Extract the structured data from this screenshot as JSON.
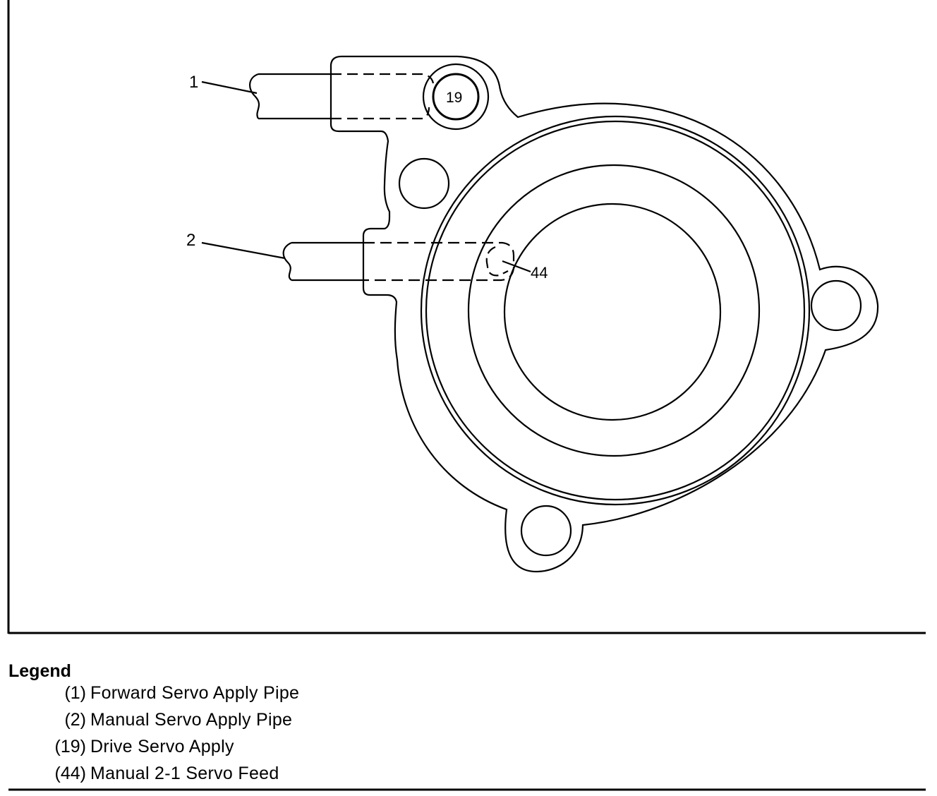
{
  "diagram": {
    "callouts": {
      "c1": "1",
      "c2": "2",
      "c19": "19",
      "c44": "44"
    }
  },
  "legend": {
    "title": "Legend",
    "items": [
      {
        "number": "(1)",
        "description": "Forward Servo Apply Pipe"
      },
      {
        "number": "(2)",
        "description": "Manual Servo Apply Pipe"
      },
      {
        "number": "(19)",
        "description": "Drive Servo Apply"
      },
      {
        "number": "(44)",
        "description": "Manual 2-1 Servo Feed"
      }
    ]
  }
}
